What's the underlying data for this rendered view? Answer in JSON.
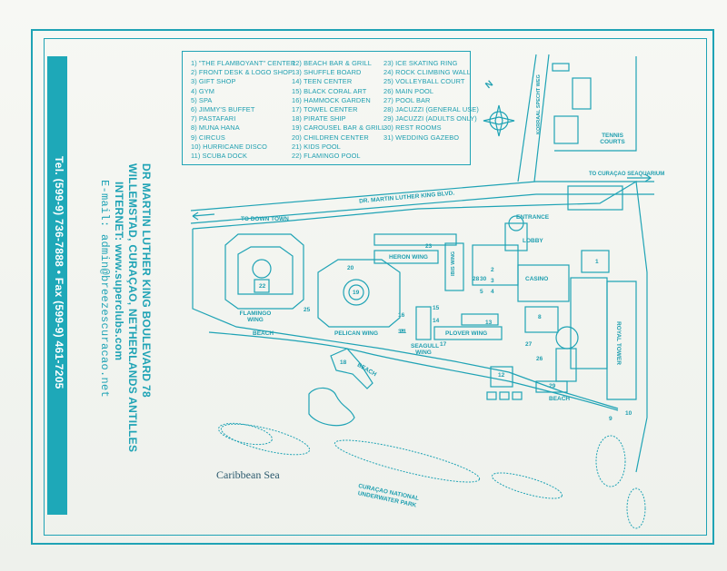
{
  "contact": {
    "phone_fax": "Tel. (599-9) 736-7888 • Fax (599-9) 461-7205",
    "address_line1": "DR MARTIN LUTHER KING BOULEVARD 78",
    "address_line2": "WILLEMSTAD, CURAÇAO, NETHERLANDS ANTILLES",
    "internet": "INTERNET: www.superclubs.com",
    "email": "E-mail: admin@breezescuracao.net"
  },
  "legend": {
    "col1": [
      "1) \"THE FLAMBOYANT\" CENTER",
      "2) FRONT DESK & LOGO SHOP",
      "3) GIFT SHOP",
      "4) GYM",
      "5) SPA",
      "6) JIMMY'S BUFFET",
      "7) PASTAFARI",
      "8) MUNA HANA",
      "9) CIRCUS",
      "10) HURRICANE DISCO",
      "11) SCUBA DOCK"
    ],
    "col2": [
      "12) BEACH BAR & GRILL",
      "13) SHUFFLE BOARD",
      "14) TEEN CENTER",
      "15) BLACK CORAL ART",
      "16) HAMMOCK GARDEN",
      "17) TOWEL CENTER",
      "18) PIRATE SHIP",
      "19) CAROUSEL BAR & GRILL",
      "20) CHILDREN CENTER",
      "21) KIDS POOL",
      "22) FLAMINGO POOL"
    ],
    "col3": [
      "23) ICE SKATING RING",
      "24) ROCK CLIMBING WALL",
      "25) VOLLEYBALL COURT",
      "26) MAIN POOL",
      "27) POOL BAR",
      "28) JACUZZI (GENERAL USE)",
      "29) JACUZZI (ADULTS ONLY)",
      "30) REST ROOMS",
      "31) WEDDING GAZEBO"
    ]
  },
  "map_labels": {
    "compass": "N",
    "road": "DR. MARTIN LUTHER KING BLVD.",
    "to_downtown": "TO DOWN TOWN",
    "to_seaquarium": "TO CURAÇAO SEAQUARIUM",
    "korral": "KORRAAL SPECHT WEG",
    "tennis": "TENNIS COURTS",
    "lobby": "LOBBY",
    "entrance": "ENTRANCE",
    "casino": "CASINO",
    "heron": "HERON WING",
    "ibis": "IBIS WING",
    "flamingo": "FLAMINGO WING",
    "pelican": "PELICAN WING",
    "seagull": "SEAGULL WING",
    "plover": "PLOVER WING",
    "royal": "ROYAL TOWER",
    "beach1": "BEACH",
    "beach2": "BEACH",
    "beach3": "BEACH",
    "sea": "Caribbean Sea",
    "park_line1": "CURAÇAO NATIONAL",
    "park_line2": "UNDERWATER PARK"
  },
  "numbers": {
    "n1": "1",
    "n2": "2",
    "n3": "3",
    "n4": "4",
    "n5": "5",
    "n8": "8",
    "n9": "9",
    "n10": "10",
    "n12": "12",
    "n13": "13",
    "n14": "14",
    "n15": "15",
    "n16": "16",
    "n17": "17",
    "n18": "18",
    "n19": "19",
    "n20": "20",
    "n21": "21",
    "n22": "22",
    "n23": "23",
    "n25": "25",
    "n26": "26",
    "n27": "27",
    "n28": "28",
    "n29": "29",
    "n30": "30",
    "n31": "31"
  },
  "colors": {
    "line": "#1fa3b5",
    "bar": "#1ea8b8",
    "sea_text": "#2c5a6e"
  }
}
